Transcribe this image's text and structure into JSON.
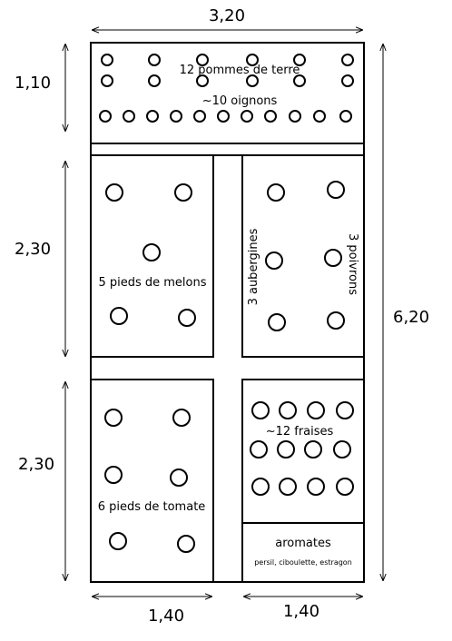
{
  "dimensions": {
    "total_width": "3,20",
    "total_length": "6,20",
    "top_bed_depth": "1,10",
    "middle_bed_depth": "2,30",
    "bottom_bed_depth": "2,30",
    "left_column_width": "1,40",
    "right_column_width": "1,40"
  },
  "beds": {
    "top_line1": "12 pommes de terre",
    "top_line2": "~10 oignons",
    "melons": "5 pieds de melons",
    "aubergines": "3 aubergines",
    "poivrons": "3 poivrons",
    "tomates": "6 pieds de tomate",
    "fraises": "~12 fraises",
    "aromates_title": "aromates",
    "aromates_list": "persil, ciboulette, estragon"
  }
}
